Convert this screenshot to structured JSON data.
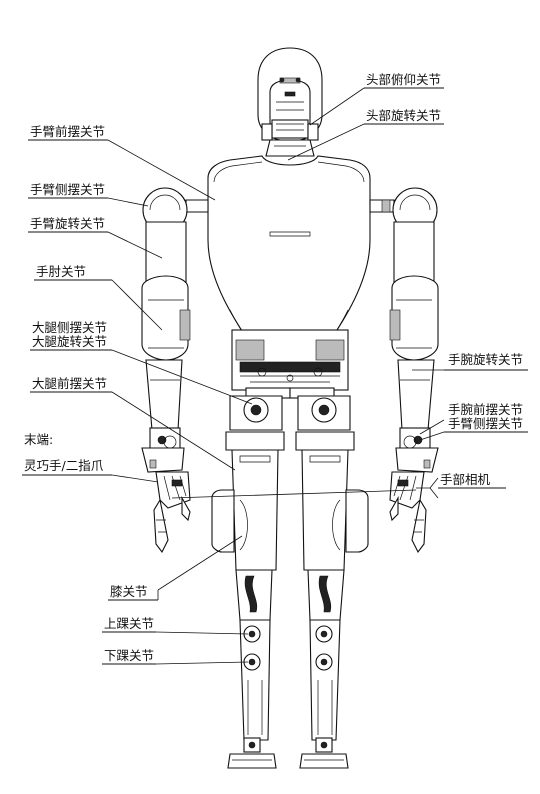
{
  "labels": {
    "head_pitch": "头部俯仰关节",
    "head_yaw": "头部旋转关节",
    "arm_pitch": "手臂前摆关节",
    "arm_roll": "手臂侧摆关节",
    "arm_yaw": "手臂旋转关节",
    "elbow": "手肘关节",
    "hip_roll": "大腿侧摆关节",
    "hip_yaw": "大腿旋转关节",
    "hip_pitch": "大腿前摆关节",
    "end_effector_1": "末端:",
    "end_effector_2": "灵巧手/二指爪",
    "wrist_yaw": "手腕旋转关节",
    "wrist_pitch": "手腕前摆关节",
    "wrist_roll": "手臂侧摆关节",
    "hand_camera": "手部相机",
    "knee": "膝关节",
    "ankle_upper": "上踝关节",
    "ankle_lower": "下踝关节"
  }
}
